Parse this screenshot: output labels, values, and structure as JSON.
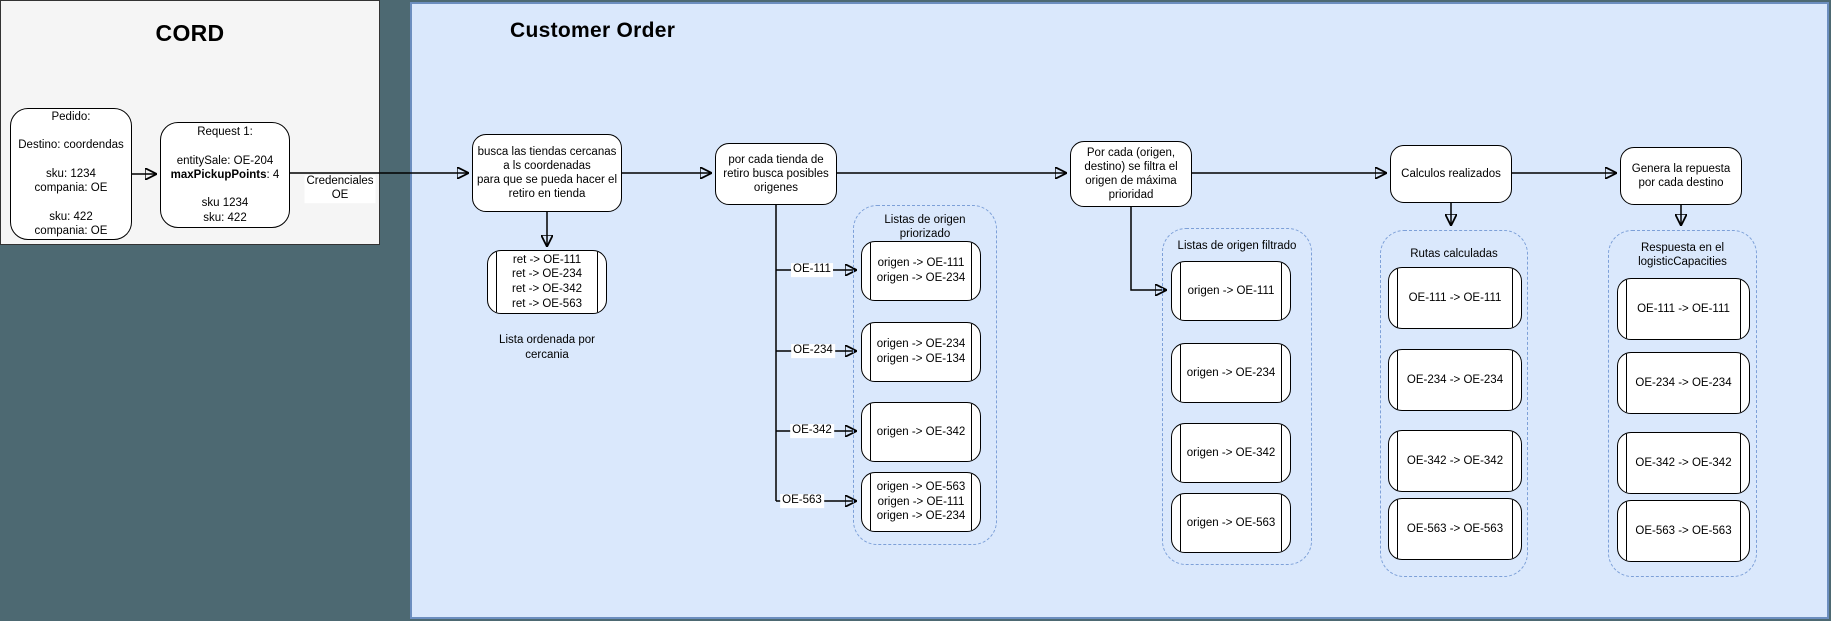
{
  "colors": {
    "background": "#4d6972",
    "cord_panel_bg": "#f5f5f5",
    "order_panel_bg": "#dae8fc",
    "order_panel_border": "#6c8ebf",
    "dashed_border": "#7da0d8",
    "node_bg": "#ffffff",
    "node_border": "#000000"
  },
  "cord": {
    "title": "CORD",
    "pedido": [
      "Pedido:",
      "",
      "Destino: coordendas",
      "",
      "sku: 1234",
      "compania: OE",
      "",
      "sku: 422",
      "compania: OE"
    ],
    "request": {
      "top": [
        "Request 1:",
        "",
        "entitySale: OE-204"
      ],
      "bold_key": "maxPickupPoints",
      "bold_rest": ": 4",
      "bottom": [
        "",
        "sku 1234",
        "sku: 422"
      ]
    },
    "credentials_label": [
      "Credenciales",
      "OE"
    ]
  },
  "order": {
    "title": "Customer Order",
    "steps": {
      "busca": [
        "busca las tiendas cercanas",
        "a ls coordenadas",
        "para que se pueda hacer el",
        "retiro en tienda"
      ],
      "por_cada_tienda": [
        "por cada tienda de",
        "retiro busca posibles",
        "origenes"
      ],
      "por_cada_origen": [
        "Por cada (origen,",
        "destino) se filtra el",
        "origen de máxima",
        "prioridad"
      ],
      "calculos": "Calculos realizados",
      "genera": [
        "Genera la repuesta",
        "por cada destino"
      ]
    },
    "ret_list": [
      "ret -> OE-111",
      "ret -> OE-234",
      "ret -> OE-342",
      "ret -> OE-563"
    ],
    "ret_caption": [
      "Lista ordenada por",
      "cercania"
    ],
    "branch_labels": [
      "OE-111",
      "OE-234",
      "OE-342",
      "OE-563"
    ],
    "groups": {
      "priorizado": {
        "title": [
          "Listas de origen",
          "priorizado"
        ],
        "boxes": [
          [
            "origen -> OE-111",
            "origen -> OE-234"
          ],
          [
            "origen -> OE-234",
            "origen -> OE-134"
          ],
          [
            "origen -> OE-342"
          ],
          [
            "origen -> OE-563",
            "origen -> OE-111",
            "origen -> OE-234"
          ]
        ]
      },
      "filtrado": {
        "title": "Listas de origen filtrado",
        "boxes": [
          [
            "origen -> OE-111"
          ],
          [
            "origen -> OE-234"
          ],
          [
            "origen -> OE-342"
          ],
          [
            "origen -> OE-563"
          ]
        ]
      },
      "rutas": {
        "title": "Rutas calculadas",
        "boxes": [
          [
            "OE-111 -> OE-111"
          ],
          [
            "OE-234 -> OE-234"
          ],
          [
            "OE-342 -> OE-342"
          ],
          [
            "OE-563 -> OE-563"
          ]
        ]
      },
      "respuesta": {
        "title": [
          "Respuesta en el",
          "logisticCapacities"
        ],
        "boxes": [
          [
            "OE-111 -> OE-111"
          ],
          [
            "OE-234 -> OE-234"
          ],
          [
            "OE-342 -> OE-342"
          ],
          [
            "OE-563 -> OE-563"
          ]
        ]
      }
    }
  }
}
